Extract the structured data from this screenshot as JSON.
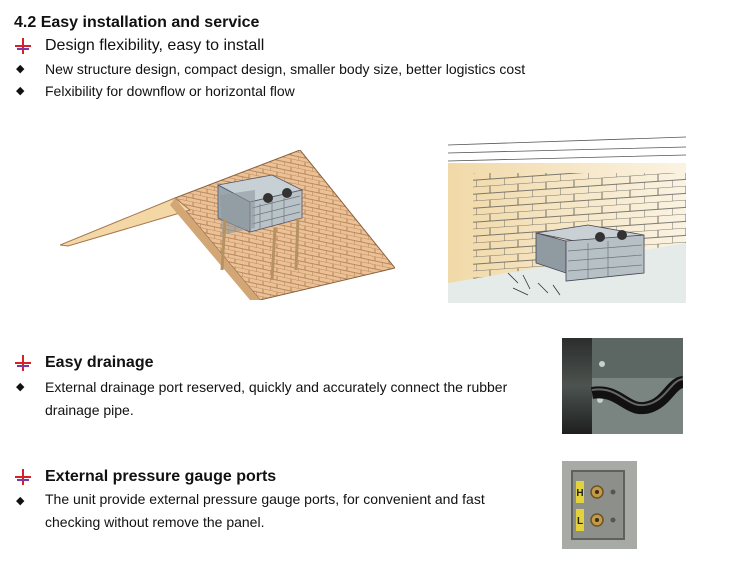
{
  "section": {
    "title": "4.2 Easy installation and service"
  },
  "installation": {
    "heading": "Design flexibility, easy to install",
    "bullets": [
      "New structure design, compact design, smaller body size, better logistics cost",
      "Felxibility for downflow or horizontal flow"
    ]
  },
  "drainage": {
    "heading": "Easy drainage",
    "lines": [
      "External drainage port reserved, quickly and accurately connect the rubber",
      "drainage pipe."
    ]
  },
  "gauge": {
    "heading": "External pressure gauge ports",
    "lines": [
      "The unit provide external pressure gauge ports, for convenient and fast",
      "checking without remove the panel."
    ],
    "port_labels": [
      "H",
      "L"
    ]
  },
  "icons": {
    "heading_marker": "cross-bullet-icon",
    "bullet": "diamond-bullet-icon"
  },
  "colors": {
    "marker_red": "#d8202a",
    "marker_purple": "#7a3aa0",
    "brick": "#e9b98a",
    "unit_grey": "#9aa6ad"
  }
}
